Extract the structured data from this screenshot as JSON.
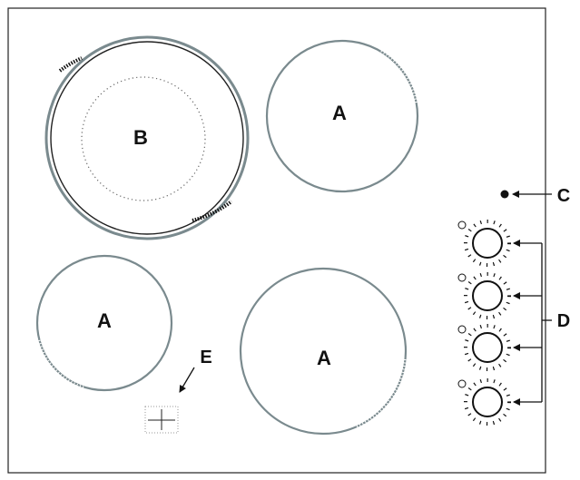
{
  "labels": {
    "zone_b": "B",
    "zone_a_top_right": "A",
    "zone_a_bottom_left": "A",
    "zone_a_bottom_center": "A",
    "callout_c": "C",
    "callout_d": "D",
    "callout_e": "E"
  },
  "colors": {
    "outline": "#222222",
    "zone_ring": "#7a8a8e",
    "dots": "#555555"
  },
  "knob_count": 4
}
